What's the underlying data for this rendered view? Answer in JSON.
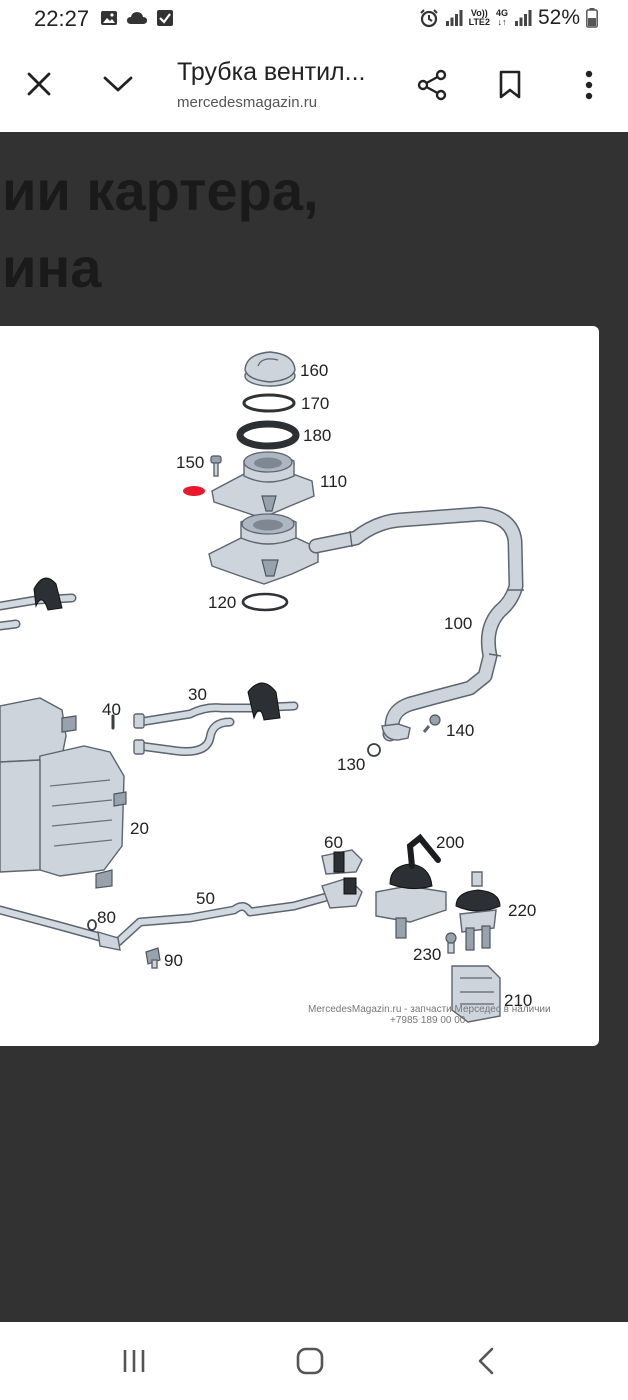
{
  "status_bar": {
    "time": "22:27",
    "net_top": "Vo))",
    "net_bottom": "LTE2",
    "net4g_top": "4G",
    "net4g_bottom": "↓↑",
    "battery": "52%"
  },
  "header": {
    "title": "Трубка вентил...",
    "url": "mercedesmagazin.ru"
  },
  "page": {
    "headline_line1": "ии картера,",
    "headline_line2": "ина"
  },
  "diagram": {
    "labels": {
      "p160": "160",
      "p170": "170",
      "p180": "180",
      "p150": "150",
      "p110": "110",
      "p120": "120",
      "p100": "100",
      "p140": "140",
      "p130": "130",
      "p40": "40",
      "p30": "30",
      "p20": "20",
      "p60": "60",
      "p200": "200",
      "p50": "50",
      "p220": "220",
      "p80": "80",
      "p90": "90",
      "p230": "230",
      "p210": "210"
    },
    "watermark_line1": "MercedesMagazin.ru - запчасти Мерседес в наличии",
    "watermark_line2": "+7985 189 00 00"
  },
  "colors": {
    "page_bg": "#323232",
    "bar_bg": "#ffffff",
    "part_fill": "#c9d0d9",
    "part_stroke": "#5e6670",
    "highlight_marker": "#e8192c"
  }
}
